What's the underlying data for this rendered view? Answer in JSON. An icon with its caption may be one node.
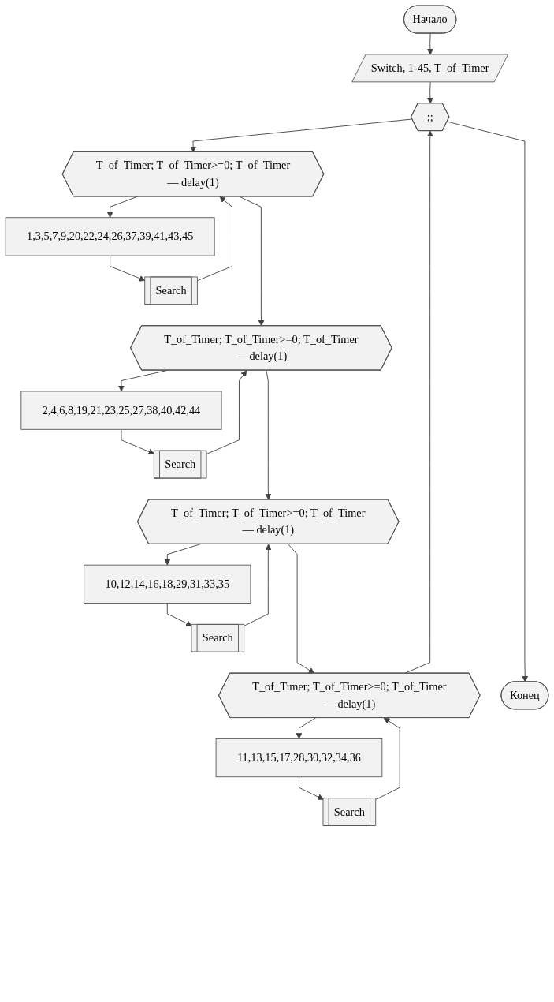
{
  "diagram": {
    "nodes": [
      {
        "text": [
          "Начало"
        ]
      },
      {
        "text": [
          "Switch, 1-45, T_of_Timer"
        ]
      },
      {
        "text": [
          ";;"
        ]
      },
      {
        "text": [
          "T_of_Timer; T_of_Timer>=0; T_of_Timer— delay(1)"
        ]
      },
      {
        "text": [
          "1,3,5,7,9,20,22,24,26,37,39,41,43,45"
        ]
      },
      {
        "text": [
          "Search"
        ]
      },
      {
        "text": [
          "T_of_Timer; T_of_Timer>=0; T_of_Timer— delay(1)"
        ]
      },
      {
        "text": [
          "2,4,6,8,19,21,23,25,27,38,40,42,44"
        ]
      },
      {
        "text": [
          "Search"
        ]
      },
      {
        "text": [
          "T_of_Timer; T_of_Timer>=0; T_of_Timer— delay(1)"
        ]
      },
      {
        "text": [
          "10,12,14,16,18,29,31,33,35"
        ]
      },
      {
        "text": [
          "Search"
        ]
      },
      {
        "text": [
          "T_of_Timer; T_of_Timer>=0; T_of_Timer— delay(1)"
        ]
      },
      {
        "text": [
          "11,13,15,17,28,30,32,34,36"
        ]
      },
      {
        "text": [
          "Search"
        ]
      },
      {
        "text": [
          "Конец"
        ]
      }
    ],
    "edges": [
      {
        "from": 0,
        "to": 1,
        "arrow": "to"
      },
      {
        "from": 1,
        "to": 2,
        "arrow": "to"
      },
      {
        "from": 2,
        "to": 3,
        "arrow": "to"
      },
      {
        "from": 3,
        "to": 4,
        "arrow": "to"
      },
      {
        "from": 4,
        "to": 5,
        "arrow": "to"
      },
      {
        "from": 5,
        "to": 3,
        "arrow": "to"
      },
      {
        "from": 3,
        "to": 6,
        "arrow": "to"
      },
      {
        "from": 6,
        "to": 7,
        "arrow": "to"
      },
      {
        "from": 7,
        "to": 8,
        "arrow": "to"
      },
      {
        "from": 8,
        "to": 6,
        "arrow": "to"
      },
      {
        "from": 6,
        "to": 9,
        "arrow": "to"
      },
      {
        "from": 9,
        "to": 10,
        "arrow": "to"
      },
      {
        "from": 10,
        "to": 11,
        "arrow": "to"
      },
      {
        "from": 11,
        "to": 9,
        "arrow": "to"
      },
      {
        "from": 9,
        "to": 12,
        "arrow": "to"
      },
      {
        "from": 12,
        "to": 13,
        "arrow": "to"
      },
      {
        "from": 13,
        "to": 14,
        "arrow": "to"
      },
      {
        "from": 14,
        "to": 12,
        "arrow": "to"
      },
      {
        "from": 12,
        "to": 2,
        "arrow": "to"
      },
      {
        "from": 2,
        "to": 15,
        "arrow": "to"
      }
    ]
  }
}
